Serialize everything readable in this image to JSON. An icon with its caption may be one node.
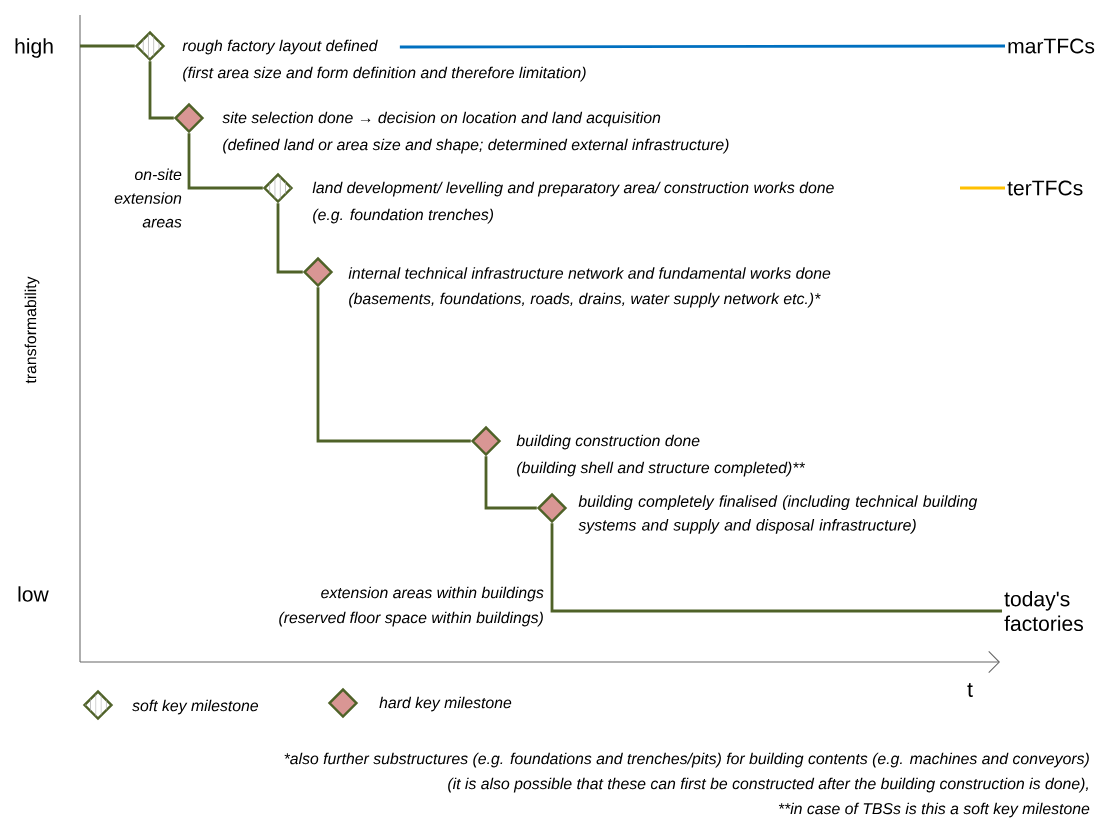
{
  "diagram": {
    "nodes": [
      {
        "text": [],
        "shape": "diamond",
        "beside": [
          "rough factory layout defined",
          "(first  area size and form definition and therefore limitation)"
        ]
      },
      {
        "text": [],
        "shape": "diamond",
        "beside": [
          "site selection done → decision on location and land acquisition",
          "(defined land or area size and shape; determined external infrastructure)"
        ]
      },
      {
        "text": [],
        "shape": "diamond",
        "beside": [
          "land development/ levelling and preparatory  area/ construction works done",
          "(e.g. foundation trenches)"
        ]
      },
      {
        "text": [],
        "shape": "diamond",
        "beside": [
          "internal technical infrastructure network and fundamental works done",
          "(basements, foundations, roads, drains, water supply network etc.)*"
        ]
      },
      {
        "text": [],
        "shape": "diamond",
        "beside": [
          "building construction done",
          "(building shell and structure completed)**"
        ]
      },
      {
        "text": [],
        "shape": "diamond",
        "beside": [
          "building completely finalised (including technical building systems and supply and disposal infrastructure)"
        ]
      },
      {
        "text": [
          "marTFCs"
        ]
      },
      {
        "text": [
          "terTFCs"
        ]
      },
      {
        "text": [
          "today's factories"
        ]
      }
    ],
    "edges": [
      {
        "from": null,
        "to": 0,
        "arrow": "none"
      },
      {
        "from": 0,
        "to": 1,
        "arrow": "none"
      },
      {
        "from": 1,
        "to": 2,
        "arrow": "none"
      },
      {
        "from": 2,
        "to": 3,
        "arrow": "none"
      },
      {
        "from": 3,
        "to": 4,
        "arrow": "none"
      },
      {
        "from": 4,
        "to": 5,
        "arrow": "none"
      },
      {
        "from": 5,
        "to": 8,
        "arrow": "none"
      },
      {
        "from": 0,
        "to": 6,
        "arrow": "none",
        "color": "#0070c0"
      },
      {
        "from": null,
        "to": 7,
        "arrow": "none",
        "color": "#ffc000"
      }
    ],
    "labels": [
      "high",
      "low",
      "transformability",
      "on-site extension areas",
      "extension areas within buildings",
      "(reserved floor space within buildings)",
      "t",
      "*also further substructures (e.g. foundations and trenches/pits) for building contents (e.g. machines and conveyors)",
      "(it is also possible that these can first be constructed after the building construction is done),",
      "**in case of TBSs is this a soft key milestone"
    ],
    "legend": [
      {
        "text": "soft key milestone"
      },
      {
        "text": "hard key milestone"
      }
    ]
  }
}
